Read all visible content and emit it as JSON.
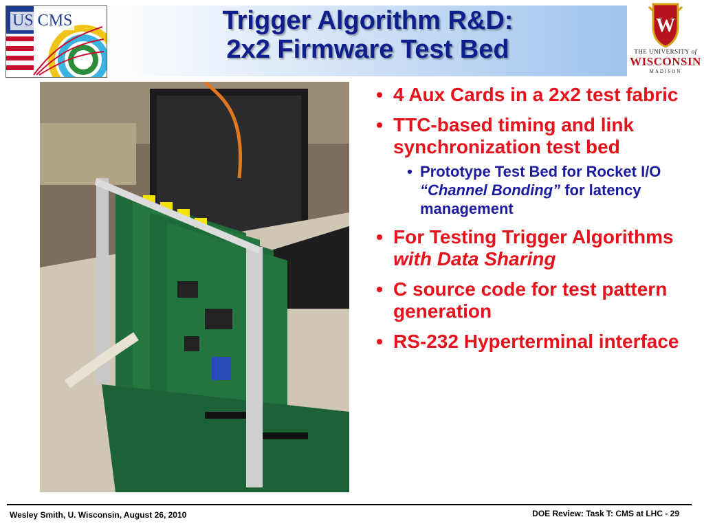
{
  "slide": {
    "title_line1": "Trigger Algorithm R&D:",
    "title_line2": "2x2 Firmware Test Bed",
    "logo_left_text": "US CMS",
    "logo_right": {
      "line1": "THE UNIVERSITY",
      "line1b": "of",
      "line2": "WISCONSIN",
      "line3": "MADISON"
    },
    "bullets": [
      {
        "text": "4 Aux Cards in a 2x2 test fabric"
      },
      {
        "text": "TTC-based timing and link synchronization test bed"
      },
      {
        "level": 2,
        "before": "Prototype Test Bed for Rocket I/O ",
        "italic": "“Channel Bonding”",
        "after": " for latency management"
      },
      {
        "before": "For Testing Trigger Algorithms ",
        "italic": "with Data Sharing"
      },
      {
        "text": "C source code for test pattern generation"
      },
      {
        "text": "RS-232 Hyperterminal interface"
      }
    ],
    "footer_left": "Wesley Smith, U. Wisconsin, August 26, 2010",
    "footer_right": "DOE Review: Task T: CMS at LHC -  29"
  },
  "colors": {
    "title": "#0e1e8c",
    "bullet_red": "#e5121b",
    "sub_bullet_blue": "#1b1b9e",
    "uw_red": "#b5121b"
  },
  "icons": {
    "bullet": "•",
    "uscms_logo": "uscms-logo",
    "uw_crest": "uw-crest"
  }
}
